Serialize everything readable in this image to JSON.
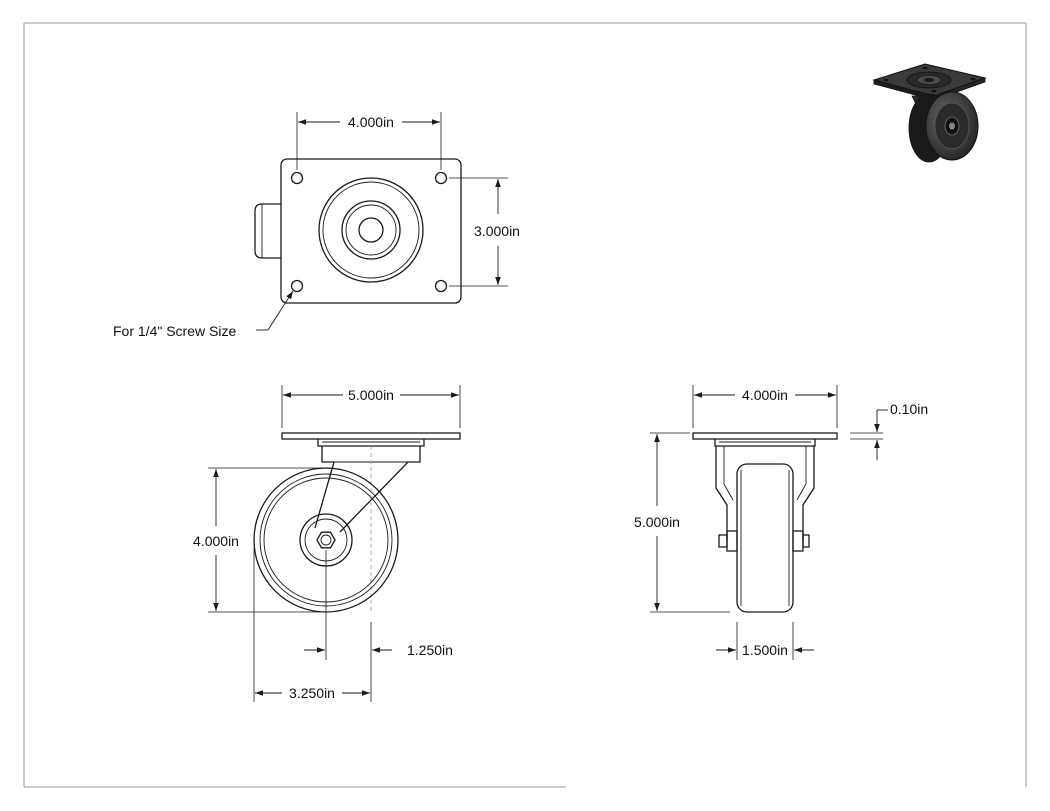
{
  "dimensions": {
    "top_width": "4.000in",
    "top_height": "3.000in",
    "screw_note": "For 1/4\" Screw Size",
    "side_plate_width": "5.000in",
    "side_wheel_dia": "4.000in",
    "side_offset": "1.250in",
    "side_overall": "3.250in",
    "front_plate_width": "4.000in",
    "front_plate_thickness": "0.10in",
    "front_height": "5.000in",
    "front_wheel_width": "1.500in"
  },
  "colors": {
    "line": "#1a1a1a",
    "frame": "#9a9a9a",
    "iso_dark": "#2b2b2b"
  }
}
